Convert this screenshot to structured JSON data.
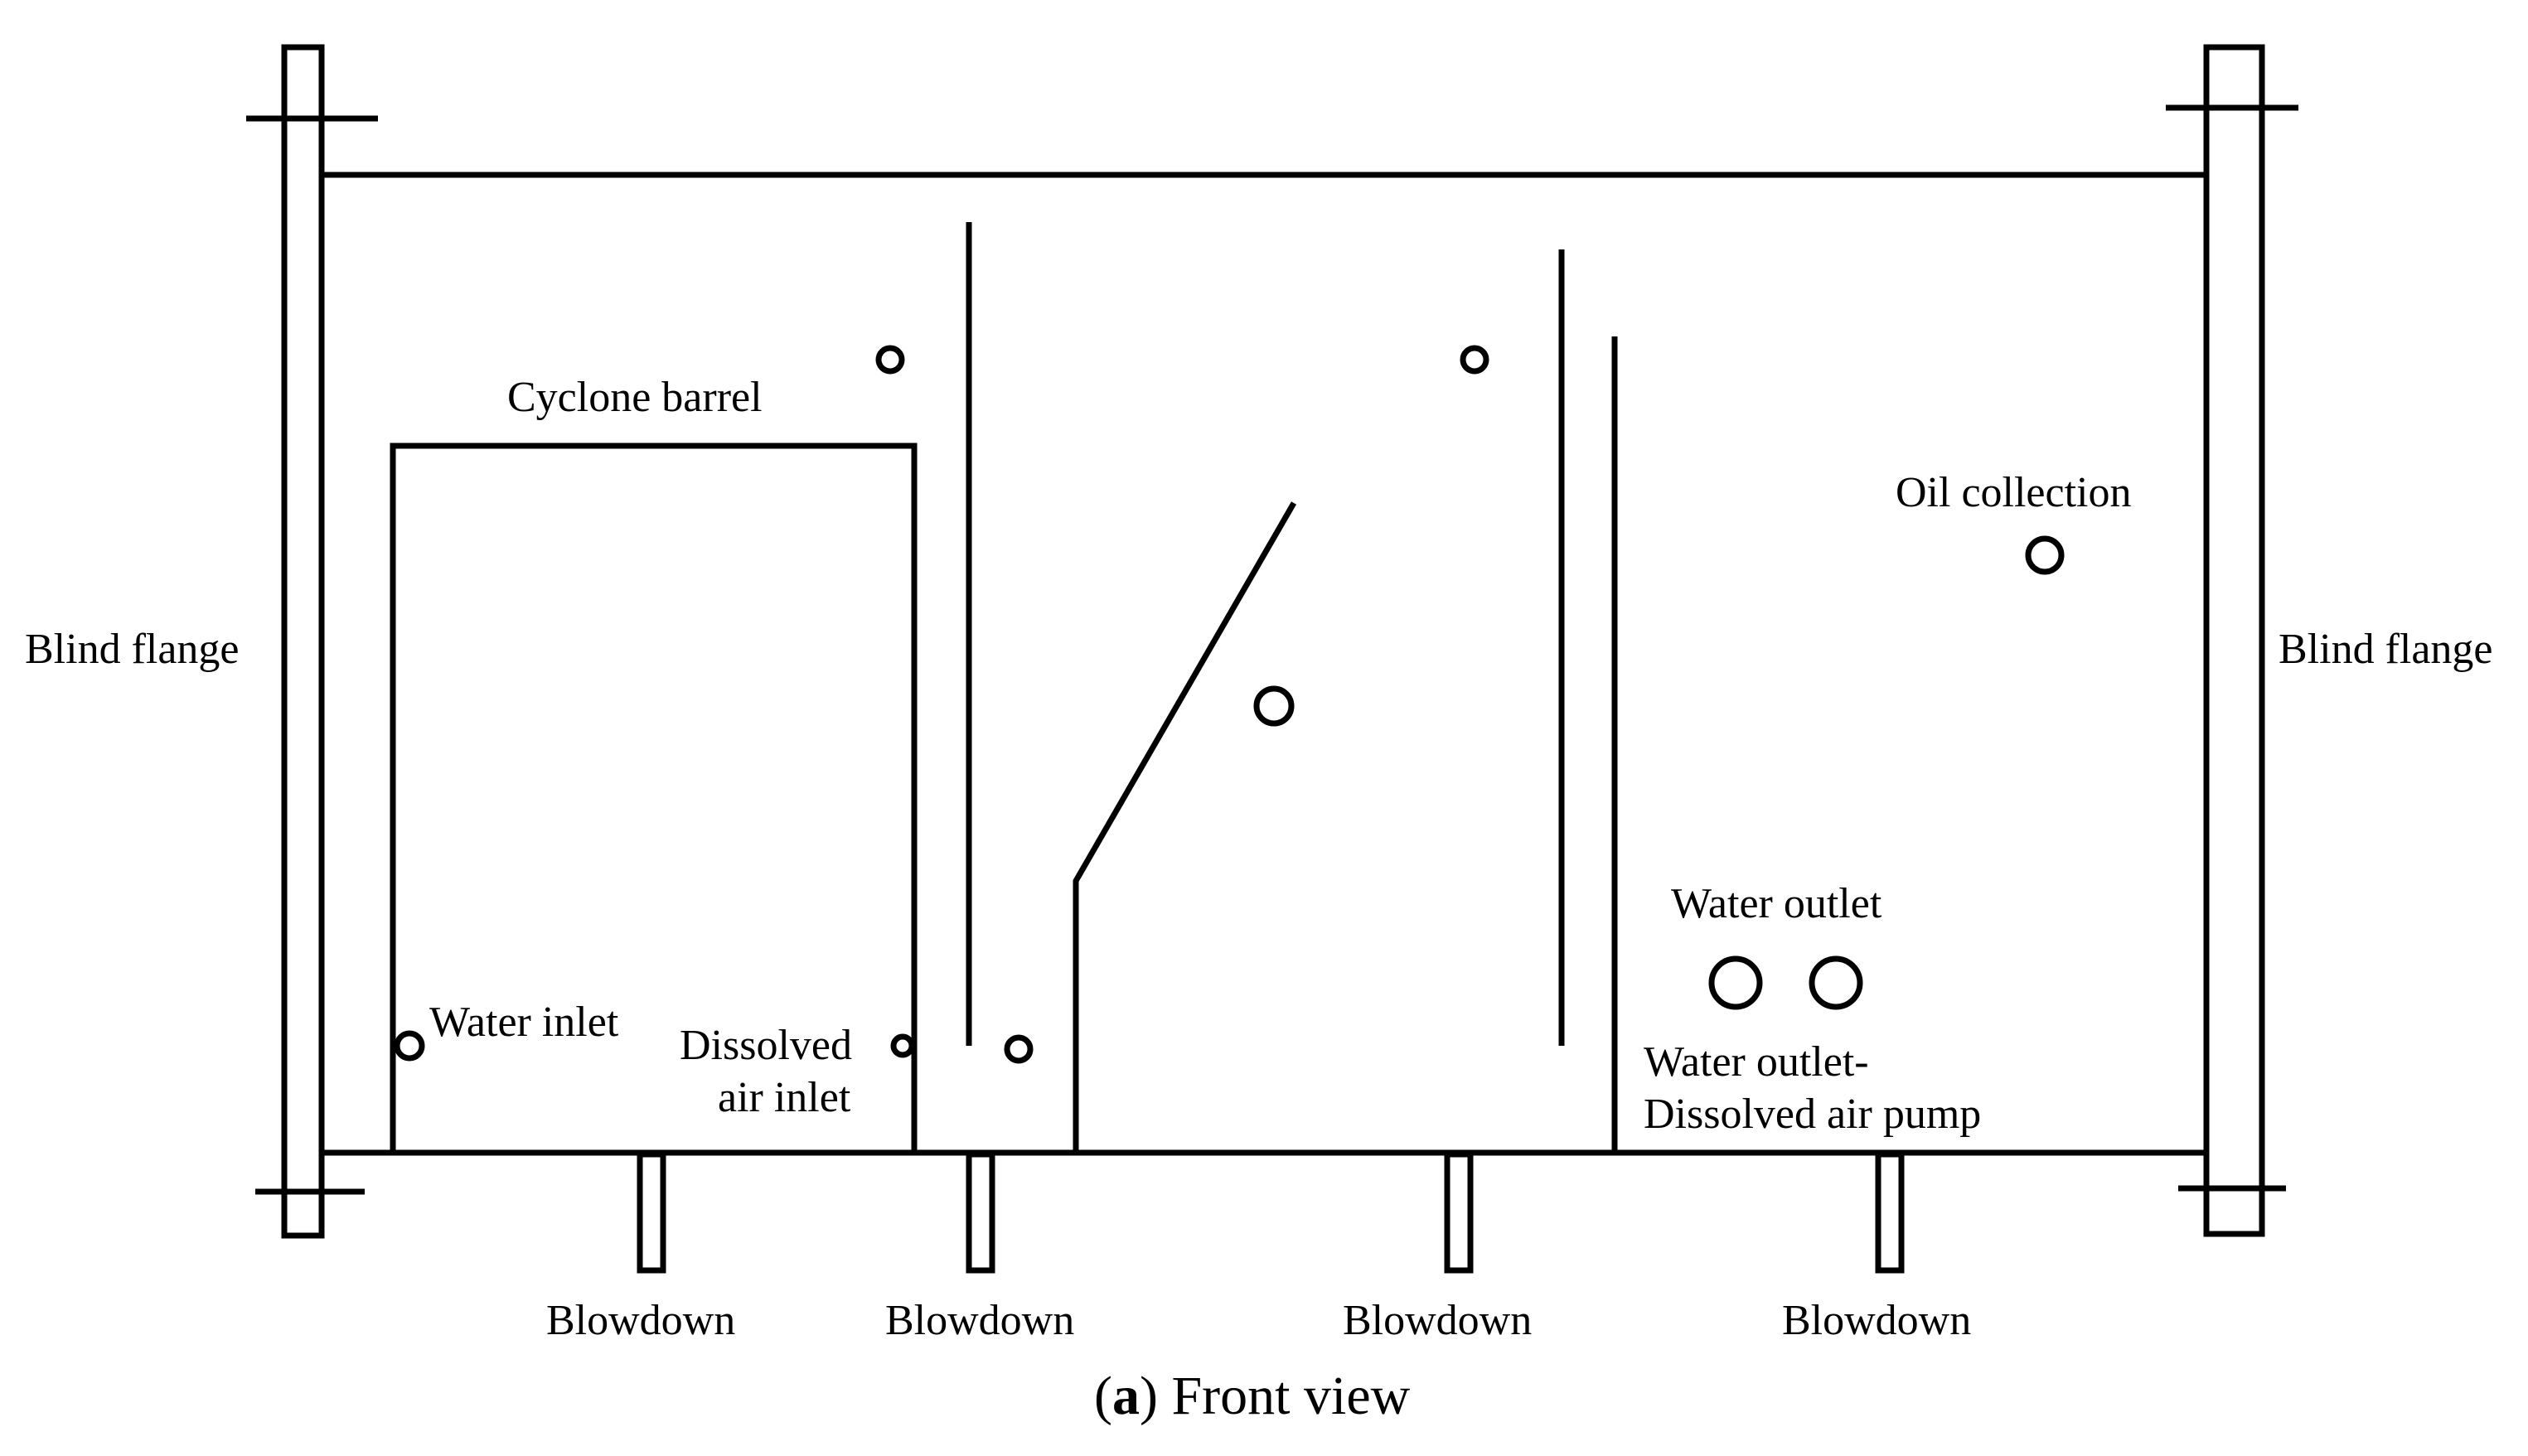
{
  "labels": {
    "blind_flange_left": "Blind flange",
    "blind_flange_right": "Blind flange",
    "cyclone_barrel": "Cyclone barrel",
    "oil_collection": "Oil collection",
    "water_outlet": "Water outlet",
    "water_outlet_pump_line1": "Water outlet-",
    "water_outlet_pump_line2": "Dissolved air pump",
    "water_inlet": "Water inlet",
    "dissolved_air_inlet_line1": "Dissolved",
    "dissolved_air_inlet_line2": "air inlet",
    "blowdown_1": "Blowdown",
    "blowdown_2": "Blowdown",
    "blowdown_3": "Blowdown",
    "blowdown_4": "Blowdown"
  },
  "caption": {
    "open_paren": "(",
    "letter": "a",
    "rest": ") Front view"
  }
}
